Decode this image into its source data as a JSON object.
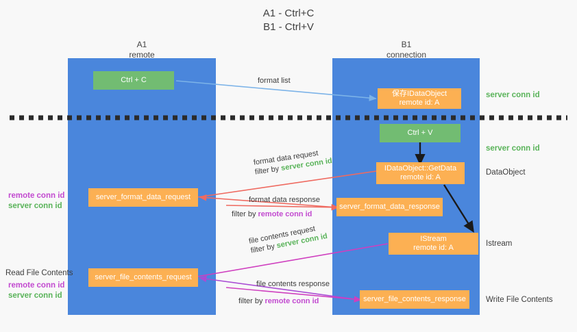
{
  "title": {
    "line1": "A1 - Ctrl+C",
    "line2": "B1 - Ctrl+V"
  },
  "columns": {
    "a": {
      "name": "A1",
      "role": "remote"
    },
    "b": {
      "name": "B1",
      "role": "connection"
    }
  },
  "nodes": {
    "ctrl_c": {
      "label": "Ctrl + C"
    },
    "ctrl_v": {
      "label": "Ctrl + V"
    },
    "save_idataobject": {
      "line1": "保存IDataObject",
      "line2": "remote id: A"
    },
    "getdata": {
      "line1": "IDataObject::GetData",
      "line2": "remote id: A"
    },
    "istream": {
      "line1": "IStream",
      "line2": "remote id: A"
    },
    "server_format_data_request": {
      "label": "server_format_data_request"
    },
    "server_format_data_response": {
      "label": "server_format_data_response"
    },
    "server_file_contents_request": {
      "label": "server_file_contents_request"
    },
    "server_file_contents_response": {
      "label": "server_file_contents_response"
    }
  },
  "edges": {
    "format_list": {
      "label": "format list"
    },
    "format_data_request": {
      "label": "format data request",
      "filter_prefix": "filter by ",
      "filter_key": "server conn id"
    },
    "format_data_response": {
      "label": "format data response",
      "filter_prefix": "filter by ",
      "filter_key": "remote conn id"
    },
    "file_contents_request": {
      "label": "file contents request",
      "filter_prefix": "filter by ",
      "filter_key": "server conn id"
    },
    "file_contents_response": {
      "label": "file contents response",
      "filter_prefix": "filter by ",
      "filter_key": "remote conn id"
    }
  },
  "annotations": {
    "right_top_server_conn": "server conn id",
    "right_mid_server_conn": "server conn id",
    "dataobject": "DataObject",
    "istream": "Istream",
    "write_file_contents": "Write File Contents",
    "read_file_contents": "Read File Contents",
    "left_remote_conn_1": "remote conn id",
    "left_server_conn_1": "server conn id",
    "left_remote_conn_2": "remote conn id",
    "left_server_conn_2": "server conn id"
  },
  "colors": {
    "lane": "#4a86dc",
    "green_node": "#72bc72",
    "orange_node": "#fcb053",
    "server_conn": "#59b359",
    "remote_conn": "#c24ad0",
    "arrow_light_blue": "#7cb3e8",
    "arrow_red": "#ef6a60",
    "arrow_magenta": "#cf3fbf",
    "arrow_purple": "#a94cd4",
    "arrow_black": "#1a1a1a",
    "background": "#f8f8f8"
  }
}
